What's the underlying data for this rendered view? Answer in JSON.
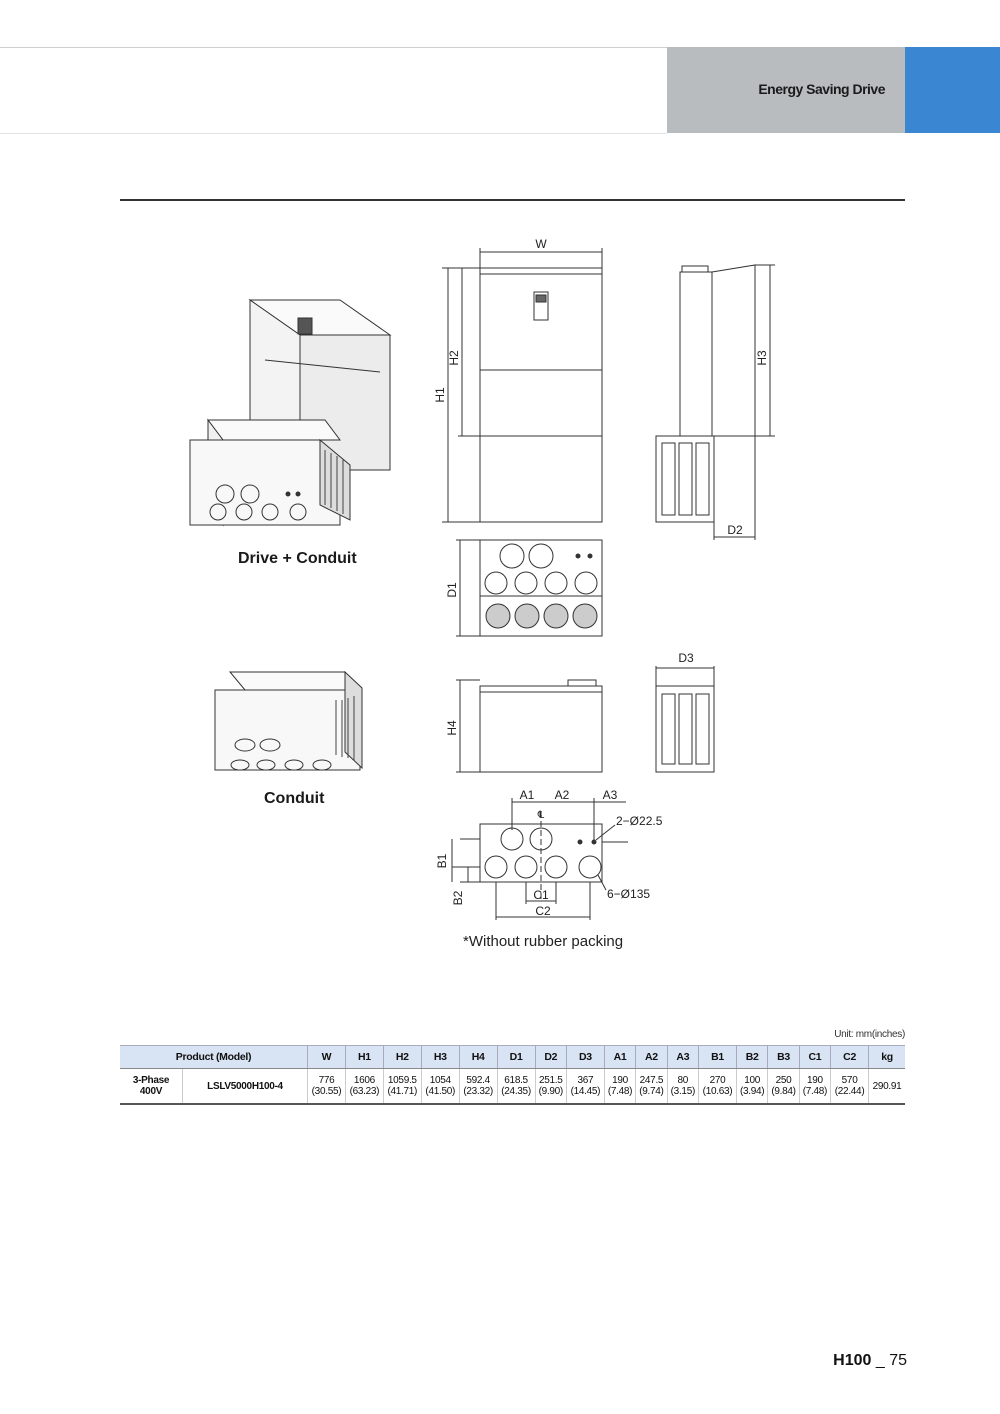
{
  "header": {
    "title": "Energy Saving Drive"
  },
  "captions": {
    "drive_conduit": "Drive + Conduit",
    "conduit": "Conduit",
    "note": "*Without rubber packing"
  },
  "dims": {
    "w": "W",
    "h1": "H1",
    "h2": "H2",
    "h3": "H3",
    "h4": "H4",
    "d1": "D1",
    "d2": "D2",
    "d3": "D3",
    "a1": "A1",
    "a2": "A2",
    "a3": "A3",
    "b1": "B1",
    "b2": "B2",
    "c1": "C1",
    "c2": "C2",
    "hole_small": "2−Ø22.5",
    "hole_large": "6−Ø135",
    "center": "℄"
  },
  "table": {
    "unit": "Unit: mm(inches)",
    "product_header": "Product (Model)",
    "columns": [
      "W",
      "H1",
      "H2",
      "H3",
      "H4",
      "D1",
      "D2",
      "D3",
      "A1",
      "A2",
      "A3",
      "B1",
      "B2",
      "B3",
      "C1",
      "C2",
      "kg"
    ],
    "row": {
      "phase": "3-Phase",
      "voltage": "400V",
      "model": "LSLV5000H100-4",
      "cells": [
        [
          "776",
          "(30.55)"
        ],
        [
          "1606",
          "(63.23)"
        ],
        [
          "1059.5",
          "(41.71)"
        ],
        [
          "1054",
          "(41.50)"
        ],
        [
          "592.4",
          "(23.32)"
        ],
        [
          "618.5",
          "(24.35)"
        ],
        [
          "251.5",
          "(9.90)"
        ],
        [
          "367",
          "(14.45)"
        ],
        [
          "190",
          "(7.48)"
        ],
        [
          "247.5",
          "(9.74)"
        ],
        [
          "80",
          "(3.15)"
        ],
        [
          "270",
          "(10.63)"
        ],
        [
          "100",
          "(3.94)"
        ],
        [
          "250",
          "(9.84)"
        ],
        [
          "190",
          "(7.48)"
        ],
        [
          "570",
          "(22.44)"
        ],
        [
          "290.91",
          ""
        ]
      ]
    }
  },
  "footer": {
    "product": "H100",
    "page": "_ 75"
  }
}
